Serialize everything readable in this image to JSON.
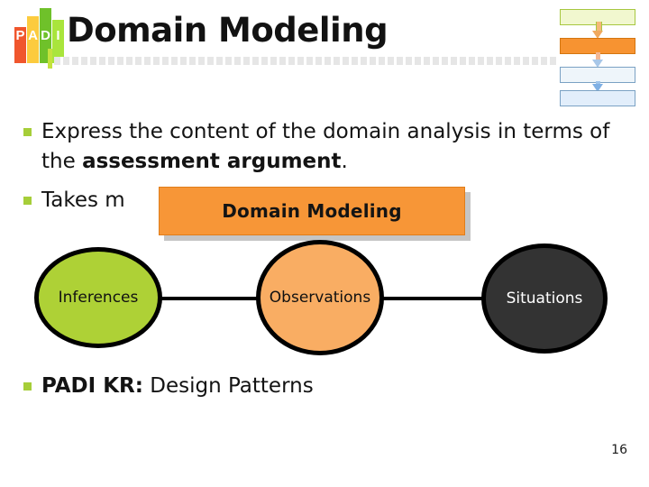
{
  "slide": {
    "title": "Domain Modeling",
    "page_number": "16"
  },
  "logo": {
    "name": "PADI",
    "letters": [
      "P",
      "A",
      "D",
      "I"
    ],
    "bar_colors": [
      "#f0562d",
      "#fccb3e",
      "#6fc12a",
      "#a9e53c"
    ]
  },
  "process_diagram": {
    "boxes": [
      {
        "name": "stage-1",
        "fill": "#f1f7cf",
        "border": "#a7c740"
      },
      {
        "name": "stage-2-highlighted",
        "fill": "#f79331",
        "border": "#d4750f"
      },
      {
        "name": "stage-3",
        "fill": "#eef5fa",
        "border": "#7ba2c4"
      },
      {
        "name": "stage-4",
        "fill": "#e2eefb",
        "border": "#7ba2c4"
      }
    ]
  },
  "bullets": [
    {
      "lead": "Express the content of the domain analysis in terms of the ",
      "emphasis": "assessment argument",
      "tail": "."
    },
    {
      "lead": "Takes m",
      "emphasis": "",
      "tail": ""
    },
    {
      "lead": "",
      "emphasis": "PADI KR:",
      "tail": " Design Patterns"
    }
  ],
  "callout": {
    "label": "Domain Modeling",
    "fill": "#f79637"
  },
  "diagram": {
    "nodes": [
      {
        "label": "Inferences",
        "fill": "#aed136",
        "text_color": "#111111"
      },
      {
        "label": "Observations",
        "fill": "#f9ad63",
        "text_color": "#111111"
      },
      {
        "label": "Situations",
        "fill": "#333333",
        "text_color": "#ffffff"
      }
    ],
    "connector_color": "#000000"
  }
}
